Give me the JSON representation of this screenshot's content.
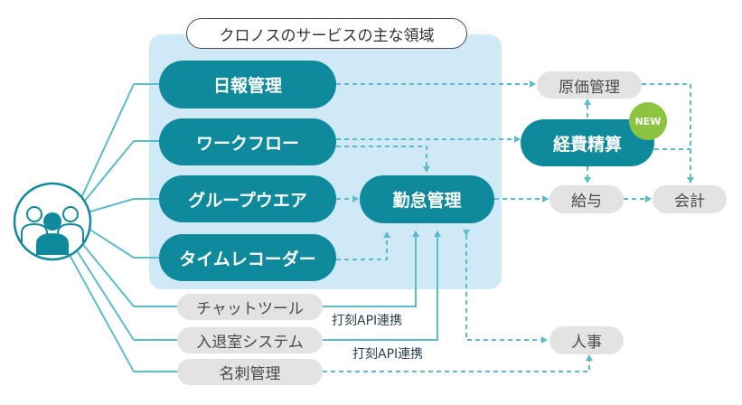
{
  "title": "クロノスのサービスの主な領域",
  "services": {
    "nippo": "日報管理",
    "workflow": "ワークフロー",
    "groupware": "グループウエア",
    "timerecorder": "タイムレコーダー",
    "kintai": "勤怠管理",
    "keihi": "経費精算"
  },
  "external": {
    "genka": "原価管理",
    "kyuyo": "給与",
    "kaikei": "会計",
    "jinji": "人事",
    "chat": "チャットツール",
    "nyutaishitsu": "入退室システム",
    "meishi": "名刺管理"
  },
  "badge": "NEW",
  "api_label_1": "打刻API連携",
  "api_label_2": "打刻API連携",
  "colors": {
    "teal": "#0f8a9d",
    "connector": "#5bbdcc",
    "region": "#cfe9f6",
    "gray": "#e3e3e3",
    "badge": "#8cc43f"
  },
  "icons": {
    "users": "users-group-icon"
  }
}
